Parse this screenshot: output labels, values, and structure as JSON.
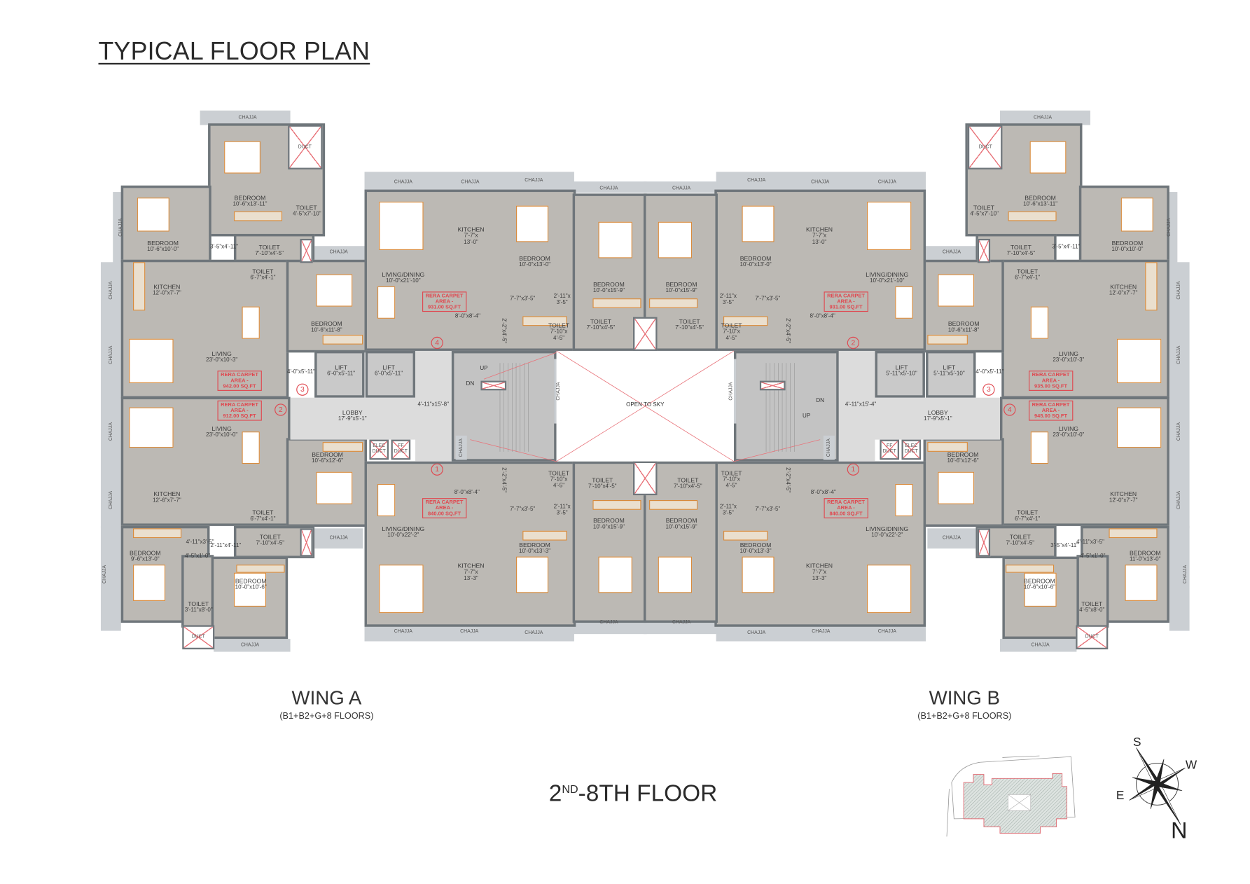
{
  "title": "TYPICAL FLOOR PLAN",
  "floor_name": {
    "ordinal": "2",
    "suffix": "ND",
    "rest": "-8TH FLOOR"
  },
  "chajja_label": "CHAJJA",
  "duct_label": "DUCT",
  "open_to_sky": "OPEN TO SKY",
  "stairs": {
    "up": "UP",
    "dn": "DN"
  },
  "wing_a": {
    "name": "WING A",
    "floors": "(B1+B2+G+8 FLOORS)",
    "service_ducts": [
      "ELEC DUCT",
      "FF DUCT"
    ],
    "rooms": [
      {
        "name": "BEDROOM",
        "dims": "10'-6\"x13'-11\""
      },
      {
        "name": "TOILET",
        "dims": "4'-5\"x7'-10\""
      },
      {
        "name": "BEDROOM",
        "dims": "10'-6\"x10'-0\""
      },
      {
        "name": "",
        "dims": "3'-5\"x4'-11\""
      },
      {
        "name": "TOILET",
        "dims": "7'-10\"x4'-5\""
      },
      {
        "name": "KITCHEN",
        "dims": "12'-0\"x7'-7\""
      },
      {
        "name": "TOILET",
        "dims": "6'-7\"x4'-1\""
      },
      {
        "name": "BEDROOM",
        "dims": "10'-6\"x11'-8\""
      },
      {
        "name": "LIVING",
        "dims": "23'-0\"x10'-3\""
      },
      {
        "name": "",
        "dims": "4'-0\"x5'-11\""
      },
      {
        "name": "LIFT",
        "dims": "6'-0\"x5'-11\""
      },
      {
        "name": "LIFT",
        "dims": "6'-0\"x5'-11\""
      },
      {
        "name": "LOBBY",
        "dims": "17'-9\"x5'-1\""
      },
      {
        "name": "",
        "dims": "4'-11\"x15'-8\""
      },
      {
        "name": "LIVING",
        "dims": "23'-0\"x10'-0\""
      },
      {
        "name": "BEDROOM",
        "dims": "10'-6\"x12'-6\""
      },
      {
        "name": "KITCHEN",
        "dims": "12'-6\"x7'-7\""
      },
      {
        "name": "TOILET",
        "dims": "6'-7\"x4'-1\""
      },
      {
        "name": "TOILET",
        "dims": "7'-10\"x4'-5\""
      },
      {
        "name": "",
        "dims": "4'-11\"x3'-5\""
      },
      {
        "name": "",
        "dims": "2'-11\"x4'-11\""
      },
      {
        "name": "BEDROOM",
        "dims": "9'-6\"x13'-0\""
      },
      {
        "name": "",
        "dims": "4'-5\"x1'-0\""
      },
      {
        "name": "TOILET",
        "dims": "3'-11\"x8'-0\""
      },
      {
        "name": "BEDROOM",
        "dims": "10'-0\"x10'-6\""
      }
    ],
    "units": [
      {
        "number": "3",
        "rera": [
          "RERA CARPET",
          "AREA -",
          "942.00 SQ.FT"
        ]
      },
      {
        "number": "2",
        "rera": [
          "RERA CARPET",
          "AREA -",
          "912.00 SQ.FT"
        ]
      }
    ]
  },
  "wing_b": {
    "name": "WING B",
    "floors": "(B1+B2+G+8 FLOORS)",
    "service_ducts": [
      "ELEC DUCT",
      "FF DUCT"
    ],
    "rooms": [
      {
        "name": "BEDROOM",
        "dims": "10'-6\"x13'-11\""
      },
      {
        "name": "TOILET",
        "dims": "4'-5\"x7'-10\""
      },
      {
        "name": "BEDROOM",
        "dims": "10'-0\"x10'-0\""
      },
      {
        "name": "",
        "dims": "3'-5\"x4'-11\""
      },
      {
        "name": "TOILET",
        "dims": "7'-10\"x4'-5\""
      },
      {
        "name": "KITCHEN",
        "dims": "12'-0\"x7'-7\""
      },
      {
        "name": "TOILET",
        "dims": "6'-7\"x4'-1\""
      },
      {
        "name": "BEDROOM",
        "dims": "10'-6\"x11'-8\""
      },
      {
        "name": "LIVING",
        "dims": "23'-0\"x10'-3\""
      },
      {
        "name": "",
        "dims": "4'-0\"x5'-11\""
      },
      {
        "name": "LIFT",
        "dims": "5'-11\"x5'-10\""
      },
      {
        "name": "LIFT",
        "dims": "5'-11\"x5'-10\""
      },
      {
        "name": "LOBBY",
        "dims": "17'-9\"x5'-1\""
      },
      {
        "name": "",
        "dims": "4'-11\"x15'-4\""
      },
      {
        "name": "LIVING",
        "dims": "23'-0\"x10'-0\""
      },
      {
        "name": "BEDROOM",
        "dims": "10'-6\"x12'-6\""
      },
      {
        "name": "KITCHEN",
        "dims": "12'-0\"x7'-7\""
      },
      {
        "name": "TOILET",
        "dims": "6'-7\"x4'-1\""
      },
      {
        "name": "TOILET",
        "dims": "7'-10\"x4'-5\""
      },
      {
        "name": "",
        "dims": "4'-11\"x3'-5\""
      },
      {
        "name": "",
        "dims": "3'-5\"x4'-11\""
      },
      {
        "name": "BEDROOM",
        "dims": "11'-0\"x13'-0\""
      },
      {
        "name": "",
        "dims": "4'-5\"x1'-0\""
      },
      {
        "name": "TOILET",
        "dims": "4'-5\"x8'-0\""
      },
      {
        "name": "BEDROOM",
        "dims": "10'-6\"x10'-6\""
      }
    ],
    "units": [
      {
        "number": "3",
        "rera": [
          "RERA CARPET",
          "AREA -",
          "935.00 SQ.FT"
        ]
      },
      {
        "number": "4",
        "rera": [
          "RERA CARPET",
          "AREA -",
          "945.00 SQ.FT"
        ]
      }
    ]
  },
  "center": {
    "top_left": {
      "number": "4",
      "rera": [
        "RERA CARPET",
        "AREA -",
        "931.00 SQ.FT"
      ],
      "rooms": [
        {
          "name": "LIVING/DINING",
          "dims": "10'-0\"x21'-10\""
        },
        {
          "name": "KITCHEN",
          "dims": "7'-7\"x 13'-0\""
        },
        {
          "name": "BEDROOM",
          "dims": "10'-0\"x13'-0\""
        },
        {
          "name": "",
          "dims": "8'-0\"x8'-4\""
        },
        {
          "name": "",
          "dims": "7'-7\"x3'-5\""
        },
        {
          "name": "",
          "dims": "2'-11\"x 3'-5\""
        },
        {
          "name": "",
          "dims": "2'-2\"x4'-5\""
        },
        {
          "name": "TOILET",
          "dims": "7'-10\"x 4'-5\""
        },
        {
          "name": "BEDROOM",
          "dims": "10'-0\"x15'-9\""
        },
        {
          "name": "TOILET",
          "dims": "7'-10\"x4'-5\""
        }
      ]
    },
    "top_right": {
      "number": "2",
      "rera": [
        "RERA CARPET",
        "AREA -",
        "931.00 SQ.FT"
      ],
      "rooms": [
        {
          "name": "LIVING/DINING",
          "dims": "10'-0\"x21'-10\""
        },
        {
          "name": "KITCHEN",
          "dims": "7'-7\"x 13'-0\""
        },
        {
          "name": "BEDROOM",
          "dims": "10'-0\"x13'-0\""
        },
        {
          "name": "",
          "dims": "8'-0\"x8'-4\""
        },
        {
          "name": "",
          "dims": "7'-7\"x3'-5\""
        },
        {
          "name": "",
          "dims": "2'-11\"x 3'-5\""
        },
        {
          "name": "",
          "dims": "2'-2\"x4'-5\""
        },
        {
          "name": "TOILET",
          "dims": "7'-10\"x 4'-5\""
        },
        {
          "name": "BEDROOM",
          "dims": "10'-0\"x15'-9\""
        },
        {
          "name": "TOILET",
          "dims": "7'-10\"x4'-5\""
        }
      ]
    },
    "bottom_left": {
      "number": "1",
      "rera": [
        "RERA CARPET",
        "AREA -",
        "840.00 SQ.FT"
      ],
      "rooms": [
        {
          "name": "LIVING/DINING",
          "dims": "10'-0\"x22'-2\""
        },
        {
          "name": "KITCHEN",
          "dims": "7'-7\"x 13'-3\""
        },
        {
          "name": "BEDROOM",
          "dims": "10'-0\"x13'-3\""
        },
        {
          "name": "",
          "dims": "8'-0\"x8'-4\""
        },
        {
          "name": "",
          "dims": "7'-7\"x3'-5\""
        },
        {
          "name": "",
          "dims": "2'-11\"x 3'-5\""
        },
        {
          "name": "",
          "dims": "2'-2\"x4'-5\""
        },
        {
          "name": "TOILET",
          "dims": "7'-10\"x 4'-5\""
        },
        {
          "name": "BEDROOM",
          "dims": "10'-0\"x15'-9\""
        },
        {
          "name": "TOILET",
          "dims": "7'-10\"x4'-5\""
        }
      ]
    },
    "bottom_right": {
      "number": "1",
      "rera": [
        "RERA CARPET",
        "AREA -",
        "840.00 SQ.FT"
      ],
      "rooms": [
        {
          "name": "LIVING/DINING",
          "dims": "10'-0\"x22'-2\""
        },
        {
          "name": "KITCHEN",
          "dims": "7'-7\"x 13'-3\""
        },
        {
          "name": "BEDROOM",
          "dims": "10'-0\"x13'-3\""
        },
        {
          "name": "",
          "dims": "8'-0\"x8'-4\""
        },
        {
          "name": "",
          "dims": "7'-7\"x3'-5\""
        },
        {
          "name": "",
          "dims": "2'-11\"x 3'-5\""
        },
        {
          "name": "",
          "dims": "2'-2\"x4'-5\""
        },
        {
          "name": "TOILET",
          "dims": "7'-10\"x 4'-5\""
        },
        {
          "name": "BEDROOM",
          "dims": "10'-0\"x15'-9\""
        },
        {
          "name": "TOILET",
          "dims": "7'-10\"x4'-5\""
        }
      ]
    }
  },
  "compass": {
    "n": "N",
    "s": "S",
    "e": "E",
    "w": "W"
  },
  "colors": {
    "wall": "#6f767b",
    "floor": "#bcb9b4",
    "chajja": "#cbcfd3",
    "rera": "#e0474f",
    "furniture": "#d88a3b"
  }
}
